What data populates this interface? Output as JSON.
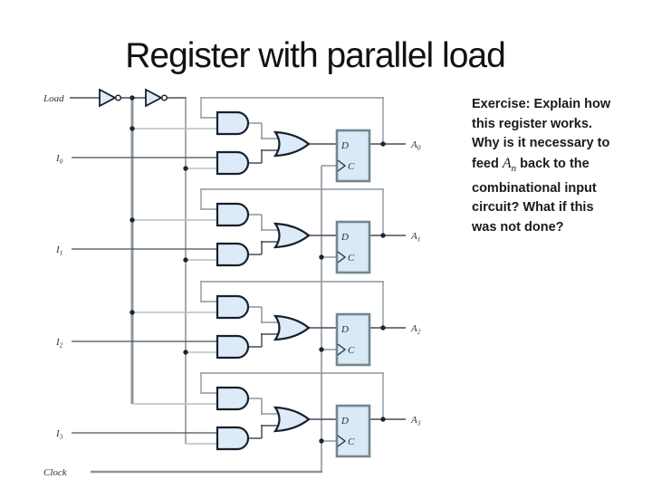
{
  "title": "Register with parallel load",
  "circuit": {
    "load_label": "Load",
    "clock_label": "Clock",
    "ff": {
      "d_label": "D",
      "c_label": "C"
    },
    "bits": [
      {
        "input": {
          "base": "I",
          "sub": "0"
        },
        "output": {
          "base": "A",
          "sub": "0"
        }
      },
      {
        "input": {
          "base": "I",
          "sub": "1"
        },
        "output": {
          "base": "A",
          "sub": "1"
        }
      },
      {
        "input": {
          "base": "I",
          "sub": "2"
        },
        "output": {
          "base": "A",
          "sub": "2"
        }
      },
      {
        "input": {
          "base": "I",
          "sub": "3"
        },
        "output": {
          "base": "A",
          "sub": "3"
        }
      }
    ],
    "colors": {
      "gate_fill": "#ddeaf8",
      "gate_stroke": "#17202b",
      "ff_fill": "#d9e9f6",
      "ff_stroke": "#74858f",
      "wire_dark": "#434f58",
      "wire_gray": "#8b97a0",
      "wire_mid": "#7d878f",
      "wire_light": "#b6c0c7",
      "thick": "#8d969c",
      "dot": "#1d252e",
      "label": "#2a333c"
    }
  },
  "exercise": {
    "lines": [
      [
        {
          "t": "Exercise: Explain how"
        }
      ],
      [
        {
          "t": "this register works."
        }
      ],
      [
        {
          "t": "Why is it necessary to"
        }
      ],
      [
        {
          "t": "feed "
        },
        {
          "math": "A",
          "sub": "n"
        },
        {
          "t": " back to the"
        }
      ],
      [
        {
          "t": "combinational input"
        }
      ],
      [
        {
          "t": "circuit? What if this"
        }
      ],
      [
        {
          "t": "was not done?"
        }
      ]
    ]
  }
}
